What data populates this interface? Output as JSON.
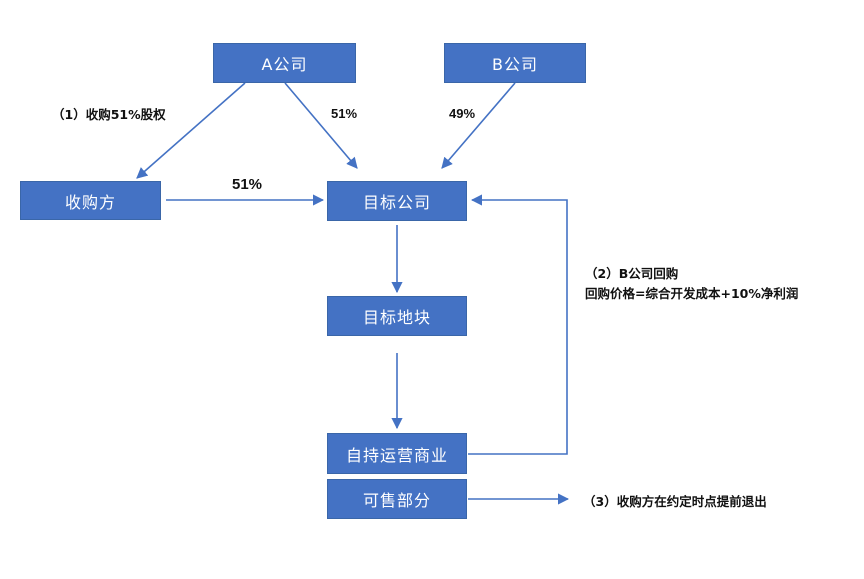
{
  "colors": {
    "node_fill": "#4472c4",
    "arrow": "#4472c4",
    "text": "#111111"
  },
  "nodes": {
    "company_a": "A公司",
    "company_b": "B公司",
    "acquirer": "收购方",
    "target_company": "目标公司",
    "target_land": "目标地块",
    "self_operated": "自持运营商业",
    "saleable": "可售部分"
  },
  "labels": {
    "acquire_51": "（1）收购51%股权",
    "a_to_target": "51%",
    "b_to_target": "49%",
    "acquirer_to_target": "51%",
    "buyback_title": "（2）B公司回购",
    "buyback_price": "回购价格=综合开发成本+10%净利润",
    "early_exit": "（3）收购方在约定时点提前退出"
  }
}
